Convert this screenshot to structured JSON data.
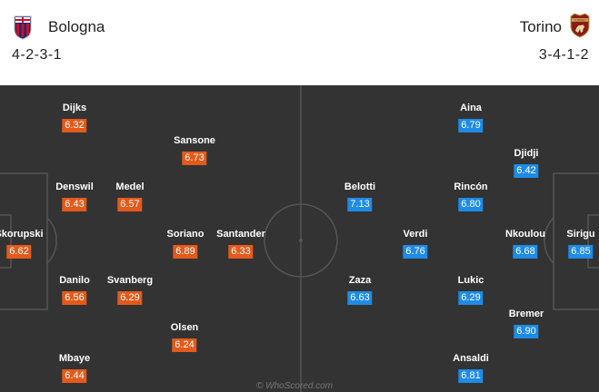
{
  "home": {
    "name": "Bologna",
    "formation": "4-2-3-1",
    "crest": "bologna-crest",
    "color": "#e35a1b",
    "players": [
      {
        "name": "Dijks",
        "rating": "6.32"
      },
      {
        "name": "Sansone",
        "rating": "6.73"
      },
      {
        "name": "Denswil",
        "rating": "6.43"
      },
      {
        "name": "Medel",
        "rating": "6.57"
      },
      {
        "name": "Skorupski",
        "rating": "6.62"
      },
      {
        "name": "Soriano",
        "rating": "6.89"
      },
      {
        "name": "Santander",
        "rating": "6.33"
      },
      {
        "name": "Danilo",
        "rating": "6.56"
      },
      {
        "name": "Svanberg",
        "rating": "6.29"
      },
      {
        "name": "Olsen",
        "rating": "6.24"
      },
      {
        "name": "Mbaye",
        "rating": "6.44"
      }
    ]
  },
  "away": {
    "name": "Torino",
    "formation": "3-4-1-2",
    "crest": "torino-crest",
    "crest_text": "TORINO",
    "color": "#1e8be6",
    "players": [
      {
        "name": "Aina",
        "rating": "6.79"
      },
      {
        "name": "Djidji",
        "rating": "6.42"
      },
      {
        "name": "Belotti",
        "rating": "7.13"
      },
      {
        "name": "Rincón",
        "rating": "6.80"
      },
      {
        "name": "Verdi",
        "rating": "6.76"
      },
      {
        "name": "Nkoulou",
        "rating": "6.68"
      },
      {
        "name": "Sirigu",
        "rating": "6.85"
      },
      {
        "name": "Zaza",
        "rating": "6.63"
      },
      {
        "name": "Lukic",
        "rating": "6.29"
      },
      {
        "name": "Bremer",
        "rating": "6.90"
      },
      {
        "name": "Ansaldi",
        "rating": "6.81"
      }
    ]
  },
  "watermark": "© WhoScored.com"
}
